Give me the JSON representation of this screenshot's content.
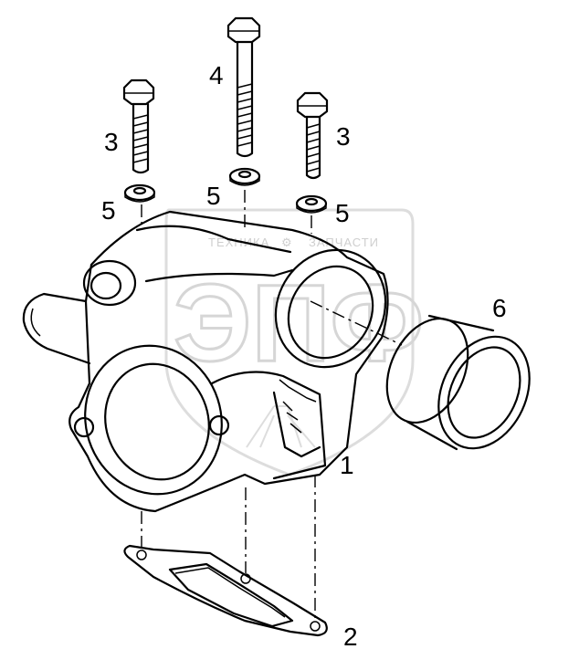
{
  "watermark": {
    "caption_left": "ТЕХНИКА",
    "caption_right": "ЗАПЧАСТИ",
    "logo_letters": "ЭПФ"
  },
  "callouts": [
    {
      "id": "c1",
      "text": "1"
    },
    {
      "id": "c2",
      "text": "2"
    },
    {
      "id": "c3a",
      "text": "3"
    },
    {
      "id": "c3b",
      "text": "3"
    },
    {
      "id": "c4",
      "text": "4"
    },
    {
      "id": "c5a",
      "text": "5"
    },
    {
      "id": "c5b",
      "text": "5"
    },
    {
      "id": "c5c",
      "text": "5"
    },
    {
      "id": "c6",
      "text": "6"
    }
  ]
}
